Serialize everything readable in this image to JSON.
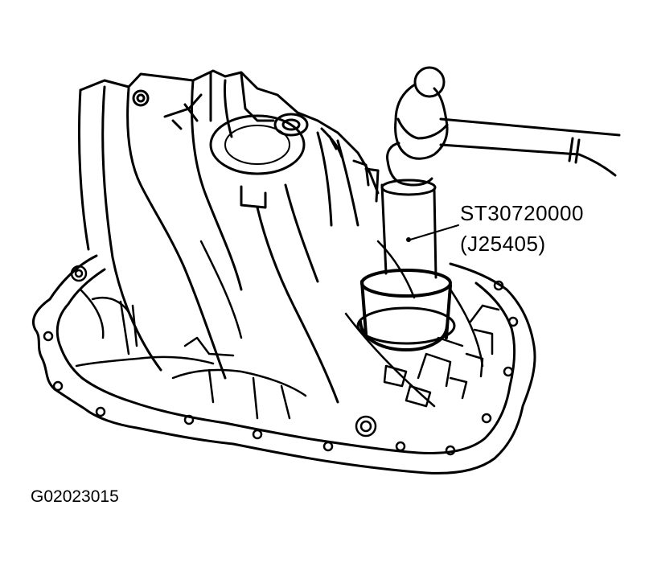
{
  "callout": {
    "tool_number": "ST30720000",
    "tool_alt_number": "(J25405)"
  },
  "figure": {
    "code": "G02023015"
  },
  "colors": {
    "ink": "#000000",
    "paper": "#ffffff"
  }
}
